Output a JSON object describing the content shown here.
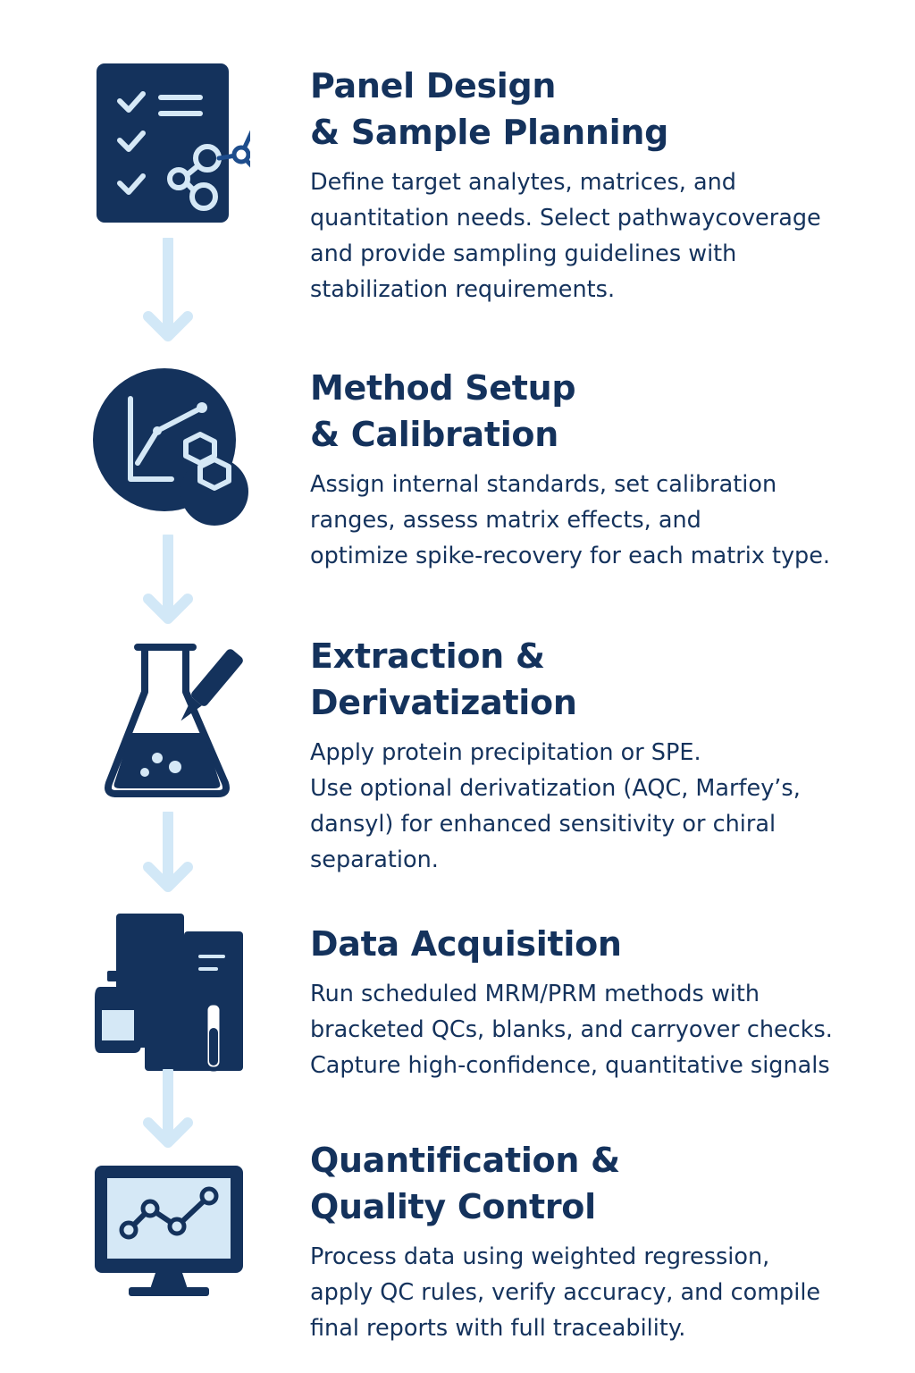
{
  "colors": {
    "navy": "#14325c",
    "light_blue": "#d5e8f6",
    "arrow": "#d2e8f7",
    "background": "#ffffff"
  },
  "steps": [
    {
      "icon": "checklist-network-icon",
      "title": "Panel Design\n& Sample Planning",
      "description": "Define target analytes, matrices, and\nquantitation needs. Select pathwaycoverage\nand provide sampling guidelines with\nstabilization requirements."
    },
    {
      "icon": "calibration-curve-molecule-icon",
      "title": "Method Setup\n& Calibration",
      "description": "Assign internal standards, set calibration\nranges, assess matrix effects, and\noptimize spike-recovery for each matrix type."
    },
    {
      "icon": "flask-pipette-icon",
      "title": "Extraction &\nDerivatization",
      "description": "Apply protein precipitation or SPE.\nUse optional derivatization (AQC, Marfey’s,\ndansyl) for enhanced sensitivity or chiral\nseparation."
    },
    {
      "icon": "lab-instrument-icon",
      "title": "Data Acquisition",
      "description": "Run scheduled MRM/PRM methods with\nbracketed QCs, blanks, and carryover checks.\nCapture high-confidence, quantitative signals"
    },
    {
      "icon": "monitor-chart-icon",
      "title": "Quantification &\nQuality Control",
      "description": "Process data using weighted regression,\napply QC rules, verify accuracy, and compile\nfinal reports with full traceability."
    }
  ]
}
